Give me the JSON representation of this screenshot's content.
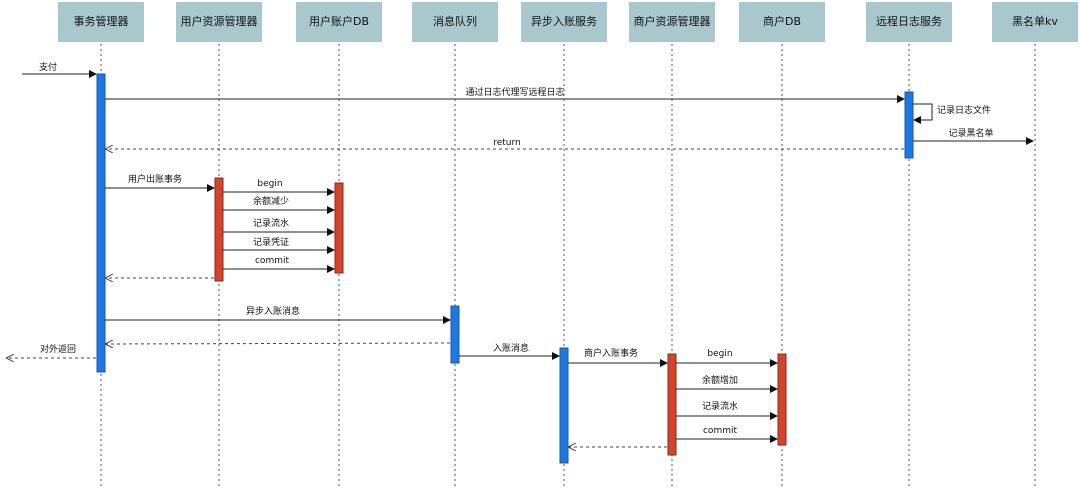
{
  "participants": {
    "tx_manager": "事务管理器",
    "user_res_manager": "用户资源管理器",
    "user_db": "用户账户DB",
    "queue": "消息队列",
    "async_service": "异步入账服务",
    "merchant_res_manager": "商户资源管理器",
    "merchant_db": "商户DB",
    "log_service": "远程日志服务",
    "blacklist": "黑名单kv"
  },
  "messages": {
    "pay": "支付",
    "remote_log": "通过日志代理写远程日志",
    "write_log_file": "记录日志文件",
    "record_blacklist": "记录黑名单",
    "return": "return",
    "user_debit_tx": "用户出账事务",
    "user_begin": "begin",
    "balance_decrease": "余额减少",
    "user_record_flow": "记录流水",
    "record_voucher": "记录凭证",
    "user_commit": "commit",
    "async_credit_msg": "异步入账消息",
    "external_return": "对外返回",
    "credit_msg": "入账消息",
    "merchant_credit_tx": "商户入账事务",
    "merchant_begin": "begin",
    "balance_increase": "余额增加",
    "merchant_record_flow": "记录流水",
    "merchant_commit": "commit"
  },
  "colors": {
    "participant_fill": "#a9c8cd",
    "activation_blue": "#1f78e0",
    "activation_red": "#d2442c"
  }
}
